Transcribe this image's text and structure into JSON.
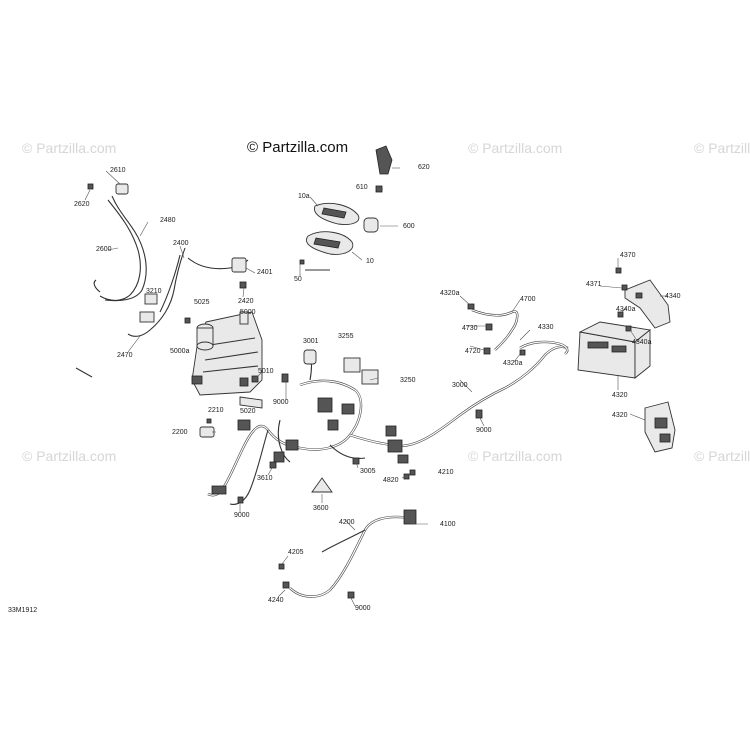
{
  "watermark": "© Partzilla.com",
  "brand": "© Partzilla.com",
  "diagram_code": "33M1912",
  "labels": {
    "l2610": "2610",
    "l2620": "2620",
    "l2480": "2480",
    "l2600": "2600",
    "l2400": "2400",
    "l2401": "2401",
    "l2420": "2420",
    "l3210": "3210",
    "l2470": "2470",
    "l5025": "5025",
    "l5000": "5000",
    "l5000a": "5000a",
    "l5010": "5010",
    "l5020": "5020",
    "l2210": "2210",
    "l2200": "2200",
    "l9000a": "9000",
    "l9000b": "9000",
    "l9000c": "9000",
    "l9000d": "9000",
    "l3001": "3001",
    "l3255": "3255",
    "l3250": "3250",
    "l3005": "3005",
    "l3610": "3610",
    "l3600": "3600",
    "l3000": "3000",
    "l4210": "4210",
    "l4820": "4820",
    "l4100": "4100",
    "l4200": "4200",
    "l4205": "4205",
    "l4240": "4240",
    "l620": "620",
    "l610": "610",
    "l600": "600",
    "l10a": "10a",
    "l10": "10",
    "l50": "50",
    "l4320a1": "4320a",
    "l4700": "4700",
    "l4730": "4730",
    "l4330": "4330",
    "l4720": "4720",
    "l4320a2": "4320a",
    "l4370": "4370",
    "l4371": "4371",
    "l4340": "4340",
    "l4340a1": "4340a",
    "l4340a2": "4340a",
    "l4320a3": "4320",
    "l4320b": "4320"
  }
}
